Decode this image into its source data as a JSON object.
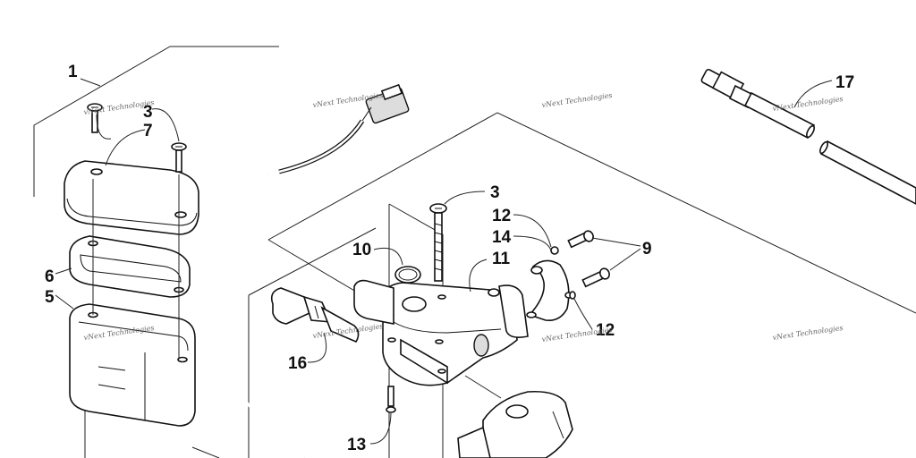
{
  "callouts": {
    "c1": "1",
    "c3a": "3",
    "c7": "7",
    "c6": "6",
    "c5": "5",
    "c10": "10",
    "c16": "16",
    "c13": "13",
    "c3b": "3",
    "c12a": "12",
    "c14": "14",
    "c11": "11",
    "c9": "9",
    "c12b": "12",
    "c17": "17"
  },
  "watermark": "vNext Technologies"
}
